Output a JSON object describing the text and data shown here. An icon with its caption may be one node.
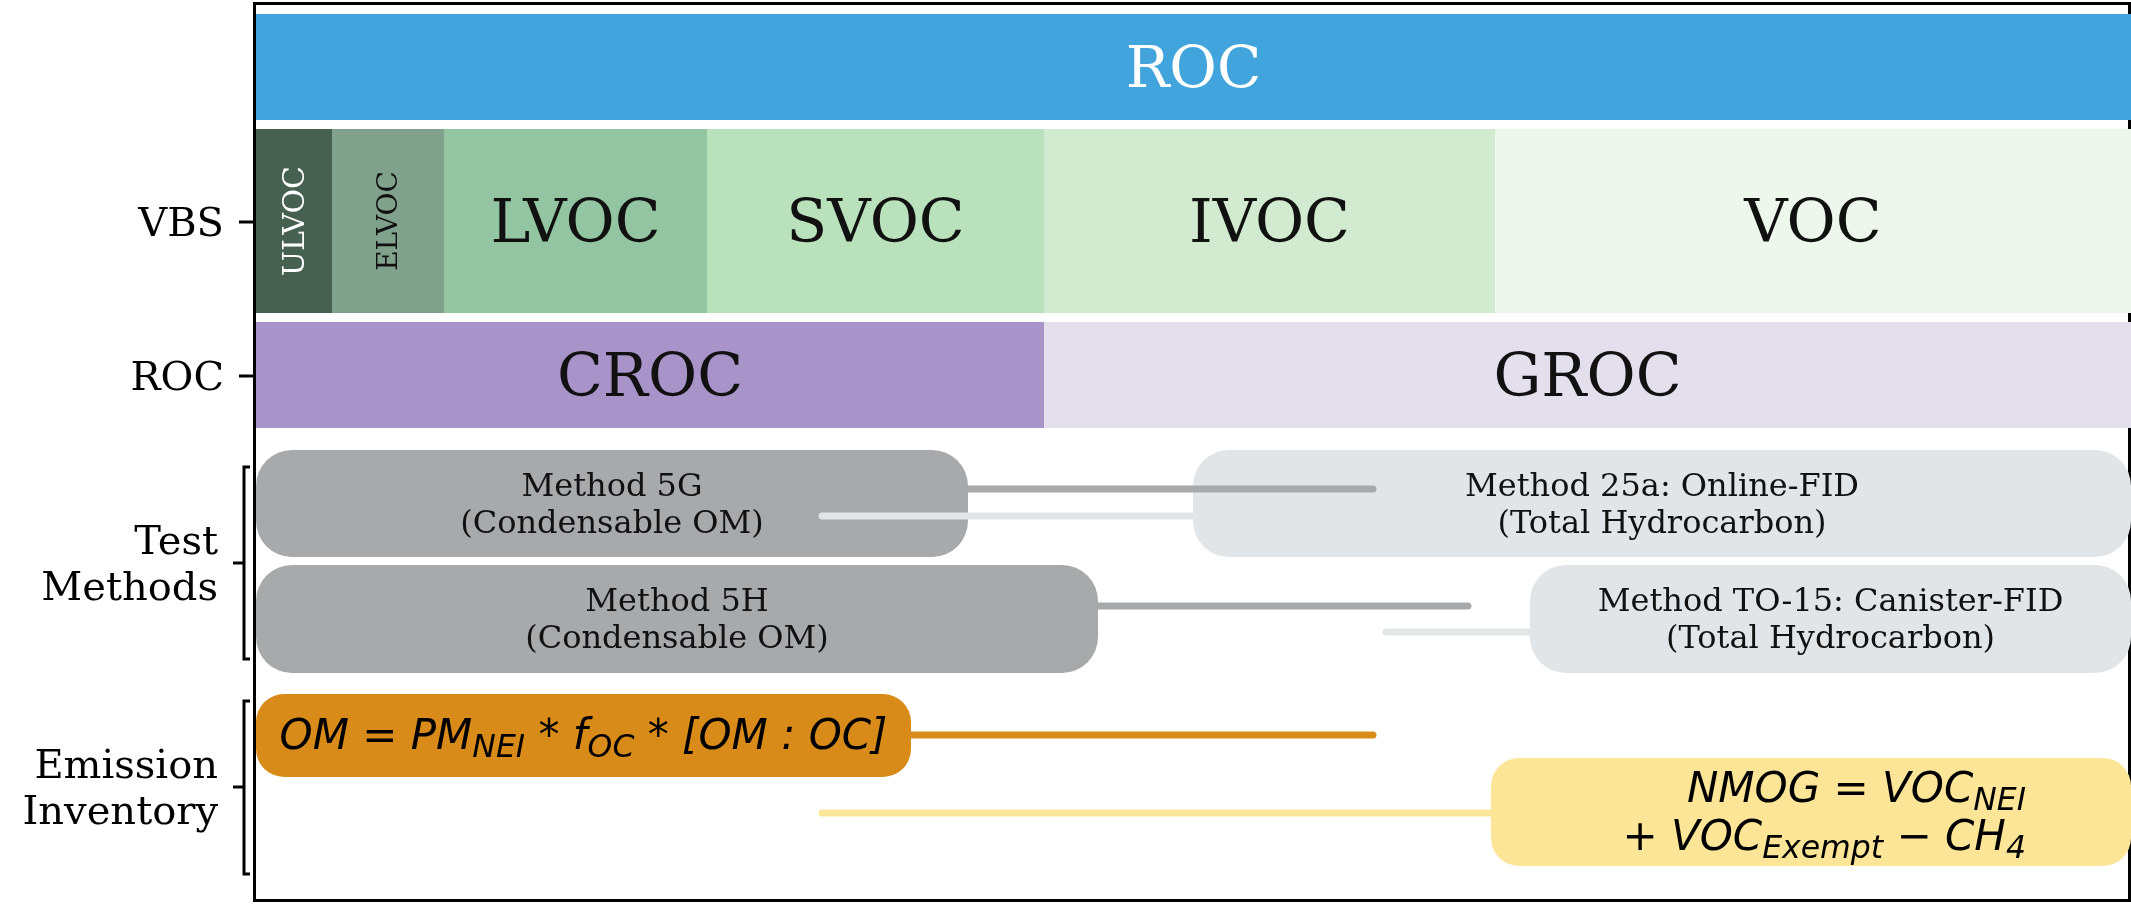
{
  "diagram": {
    "nodes": [
      {
        "text": [
          "ROC"
        ]
      },
      {
        "text": [
          "ULVOC"
        ]
      },
      {
        "text": [
          "ELVOC"
        ]
      },
      {
        "text": [
          "LVOC"
        ]
      },
      {
        "text": [
          "SVOC"
        ]
      },
      {
        "text": [
          "IVOC"
        ]
      },
      {
        "text": [
          "VOC"
        ]
      },
      {
        "text": [
          "CROC"
        ]
      },
      {
        "text": [
          "GROC"
        ]
      },
      {
        "text": [
          "Method 5G (Condensable OM)"
        ]
      },
      {
        "text": [
          "Method 25a: Online-FID (Total Hydrocarbon)"
        ]
      },
      {
        "text": [
          "Method 5H (Condensable OM)"
        ]
      },
      {
        "text": [
          "Method TO-15: Canister-FID (Total Hydrocarbon)"
        ]
      },
      {
        "text": [
          "OM = PM$_{NEI}$ * f$_{OC}$ * [OM : OC]"
        ]
      },
      {
        "text": [
          "NMOG = VOC$_{NEI}$ + VOC$_{Exempt}$ − CH$_{4}$"
        ]
      }
    ],
    "edges": [
      {
        "from": 9,
        "to": 10,
        "arrow": "none",
        "color": "#a8a9ab"
      },
      {
        "from": 10,
        "to": 9,
        "arrow": "none",
        "color": "#e2e5e8"
      },
      {
        "from": 11,
        "to": null,
        "arrow": "none",
        "color": "#a8a9ab"
      },
      {
        "from": 12,
        "to": null,
        "arrow": "none",
        "color": "#e2e5e8"
      },
      {
        "from": 13,
        "to": null,
        "arrow": "none",
        "color": "#d98b19"
      },
      {
        "from": 14,
        "to": null,
        "arrow": "none",
        "color": "#fce597"
      }
    ],
    "labels": [
      "VBS",
      "ROC",
      "Test Methods",
      "Emission Inventory"
    ]
  }
}
